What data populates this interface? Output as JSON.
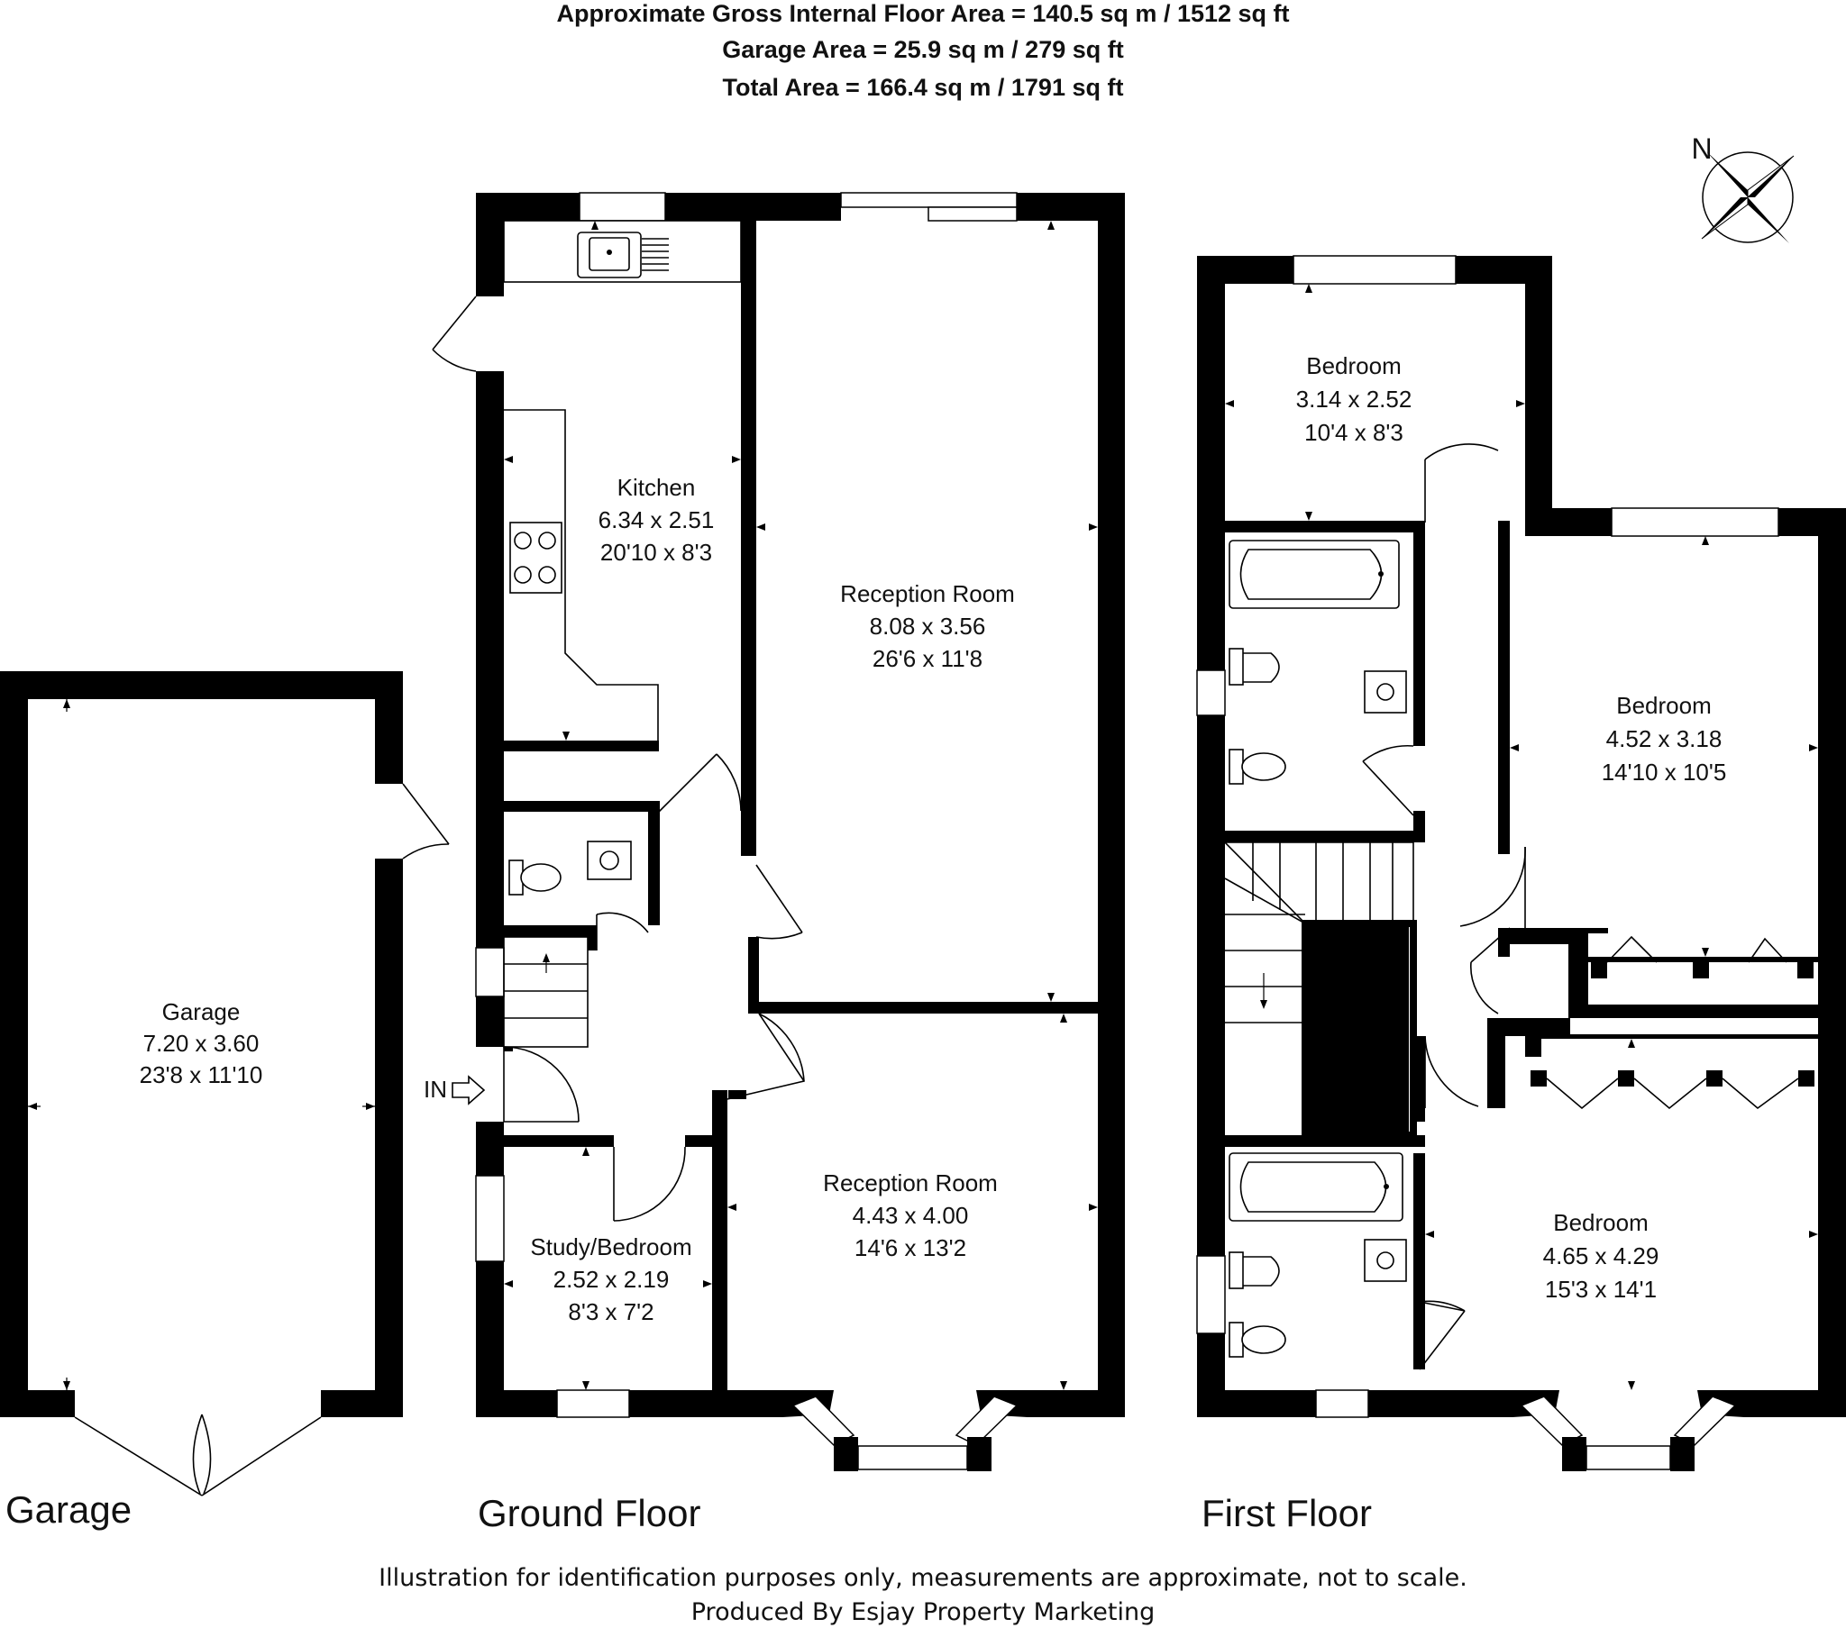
{
  "header": {
    "line1": "Approximate Gross Internal Floor Area = 140.5 sq m / 1512 sq ft",
    "line2": "Garage Area = 25.9 sq m / 279 sq ft",
    "line3": "Total Area = 166.4 sq m / 1791 sq ft"
  },
  "compass": {
    "label": "N"
  },
  "entrance": {
    "label": "IN"
  },
  "floors": {
    "garage": "Garage",
    "ground": "Ground Floor",
    "first": "First Floor"
  },
  "rooms": {
    "garage": {
      "name": "Garage",
      "metric": "7.20 x 3.60",
      "imperial": "23'8 x 11'10"
    },
    "kitchen": {
      "name": "Kitchen",
      "metric": "6.34 x 2.51",
      "imperial": "20'10 x 8'3"
    },
    "reception1": {
      "name": "Reception Room",
      "metric": "8.08 x 3.56",
      "imperial": "26'6 x 11'8"
    },
    "reception2": {
      "name": "Reception Room",
      "metric": "4.43 x 4.00",
      "imperial": "14'6 x 13'2"
    },
    "study": {
      "name": "Study/Bedroom",
      "metric": "2.52 x 2.19",
      "imperial": "8'3 x 7'2"
    },
    "bedroom1": {
      "name": "Bedroom",
      "metric": "3.14 x 2.52",
      "imperial": "10'4 x 8'3"
    },
    "bedroom2": {
      "name": "Bedroom",
      "metric": "4.52 x 3.18",
      "imperial": "14'10 x 10'5"
    },
    "bedroom3": {
      "name": "Bedroom",
      "metric": "4.65 x 4.29",
      "imperial": "15'3 x 14'1"
    }
  },
  "footer": {
    "line1": "Illustration for identification purposes only, measurements are approximate, not to scale.",
    "line2": "Produced By Esjay Property Marketing"
  }
}
